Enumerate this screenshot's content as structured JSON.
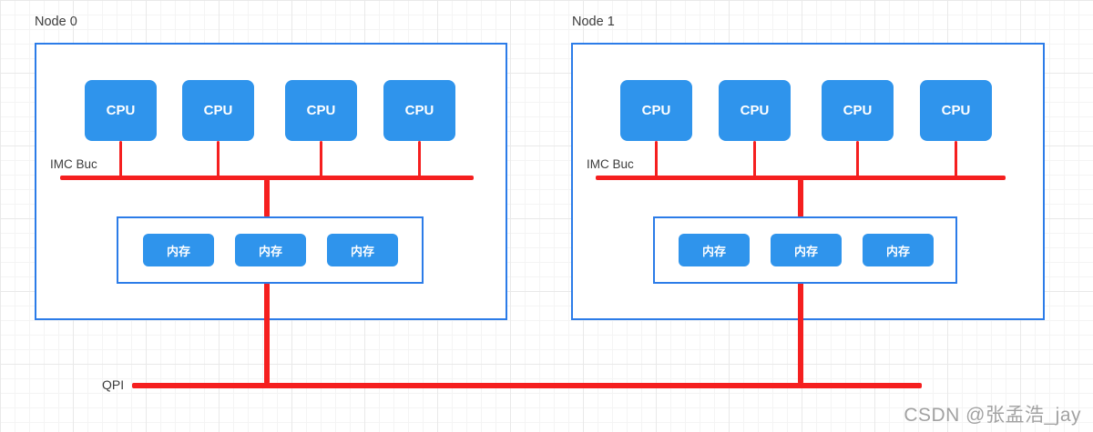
{
  "diagram": {
    "qpi_label": "QPI",
    "watermark": "CSDN @张孟浩_jay",
    "nodes": [
      {
        "label": "Node 0",
        "bus_label": "IMC Buc",
        "cpus": [
          "CPU",
          "CPU",
          "CPU",
          "CPU"
        ],
        "memories": [
          "内存",
          "内存",
          "内存"
        ]
      },
      {
        "label": "Node 1",
        "bus_label": "IMC Buc",
        "cpus": [
          "CPU",
          "CPU",
          "CPU",
          "CPU"
        ],
        "memories": [
          "内存",
          "内存",
          "内存"
        ]
      }
    ],
    "colors": {
      "bus_red": "#f51f1f",
      "block_blue": "#2f94ec",
      "border_blue": "#2c7ce8",
      "label_gray": "#3c3c3c",
      "watermark_gray": "#a2a2a2",
      "grid_minor": "#f4f4f4",
      "grid_major": "#e9e9e9"
    }
  }
}
